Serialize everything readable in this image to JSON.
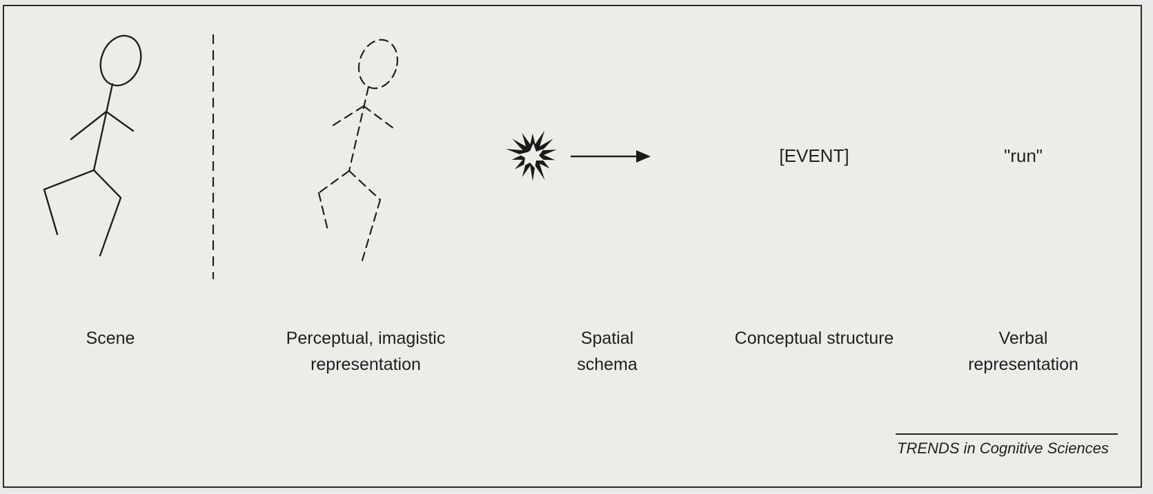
{
  "figure": {
    "stages": [
      {
        "id": "scene",
        "caption": "Scene"
      },
      {
        "id": "perceptual",
        "caption": "Perceptual, imagistic\nrepresentation"
      },
      {
        "id": "spatial",
        "caption": "Spatial\nschema"
      },
      {
        "id": "conceptual",
        "caption": "Conceptual structure",
        "node_text": "[EVENT]"
      },
      {
        "id": "verbal",
        "caption": "Verbal\nrepresentation",
        "node_text": "\"run\""
      }
    ],
    "credit": "TRENDS in Cognitive Sciences"
  },
  "colors": {
    "ink": "#1f1f1f",
    "frame": "#2a2a2a",
    "background": "#ecece9"
  },
  "icons": {
    "scene": "running-stick-figure",
    "divider": "dashed-vertical-line",
    "perceptual": "dashed-running-stick-figure",
    "spatial": "starburst-icon",
    "spatial_arrow": "right-arrow"
  }
}
